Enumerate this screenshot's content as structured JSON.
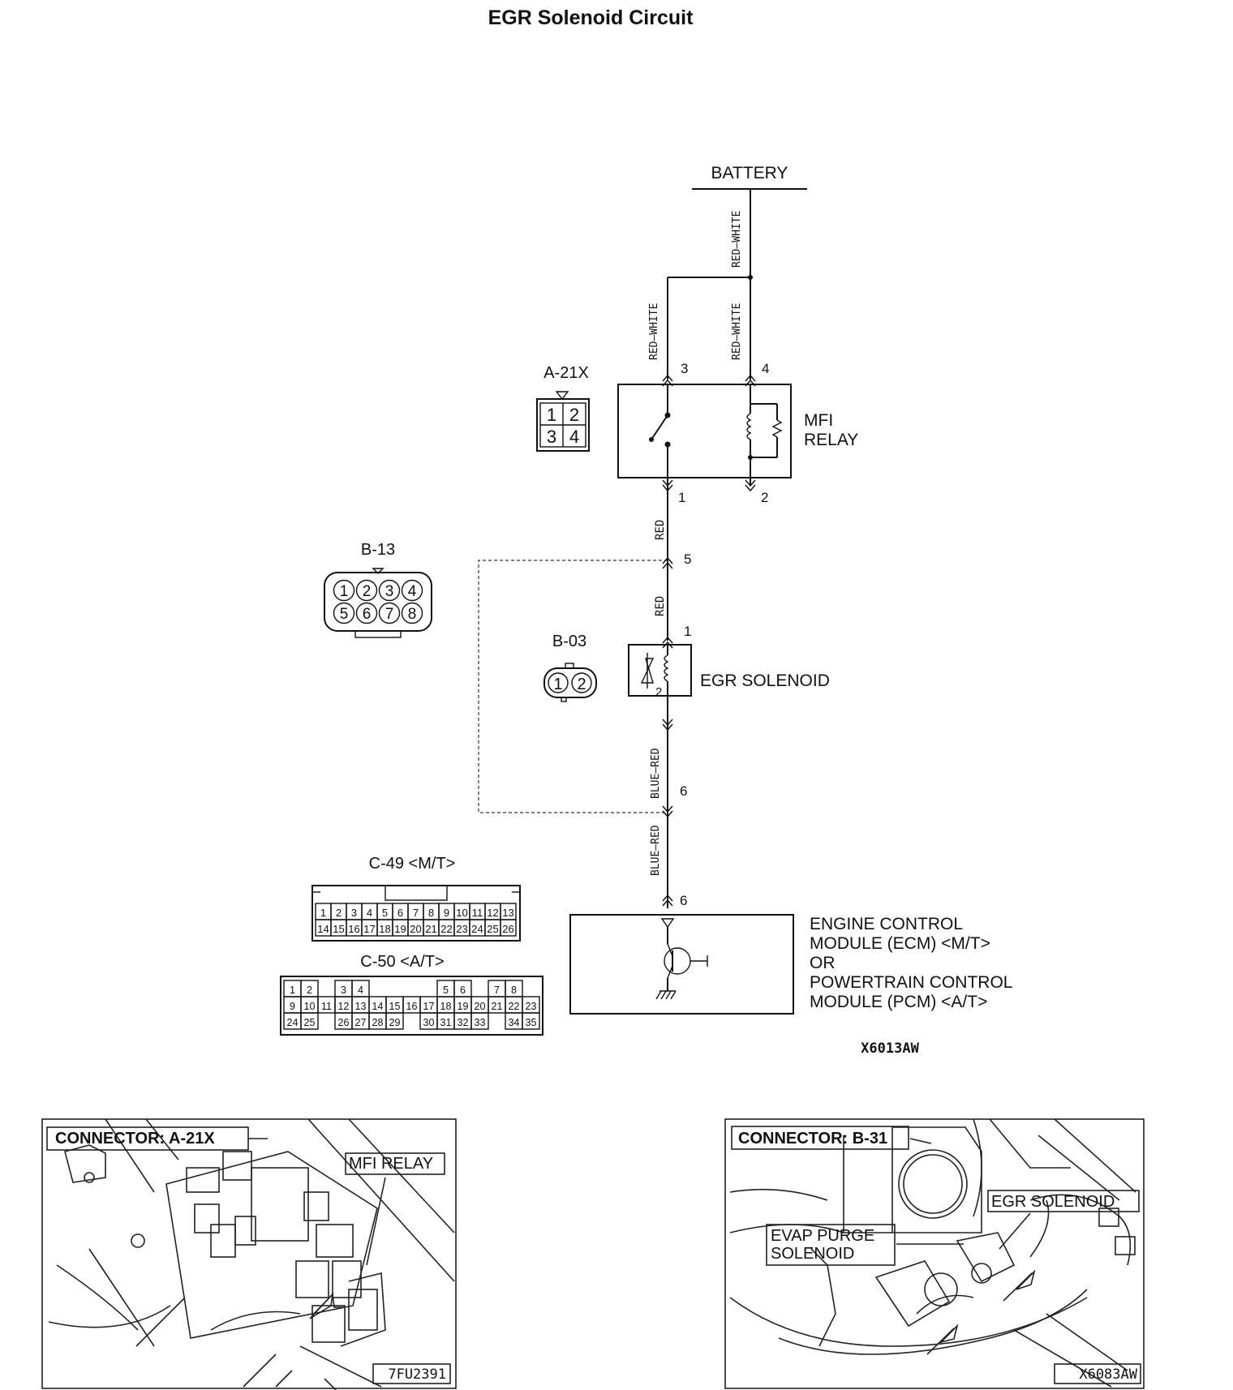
{
  "title": "EGR Solenoid Circuit",
  "battery": {
    "label": "BATTERY"
  },
  "wires": {
    "battery_feed": "RED–WHITE",
    "relay_pin3": "RED–WHITE",
    "relay_pin4": "RED–WHITE",
    "relay_to_b13": "RED",
    "b13_to_egr": "RED",
    "egr_to_b13": "BLUE–RED",
    "b13_to_ecm": "BLUE–RED"
  },
  "pins": {
    "relay_3": "3",
    "relay_4": "4",
    "relay_1": "1",
    "relay_2": "2",
    "b13_5": "5",
    "egr_1": "1",
    "egr_2": "2",
    "b13_6": "6",
    "ecm_6": "6"
  },
  "components": {
    "mfi_relay": [
      "MFI",
      "RELAY"
    ],
    "egr_solenoid": "EGR SOLENOID",
    "ecm": [
      "ENGINE CONTROL",
      "MODULE (ECM) <M/T>",
      "OR",
      "POWERTRAIN  CONTROL",
      "MODULE (PCM) <A/T>"
    ]
  },
  "connectors": {
    "a21x": {
      "label": "A-21X",
      "pins": [
        "1",
        "2",
        "3",
        "4"
      ]
    },
    "b13": {
      "label": "B-13",
      "pins": [
        "1",
        "2",
        "3",
        "4",
        "5",
        "6",
        "7",
        "8"
      ]
    },
    "b03": {
      "label": "B-03",
      "pins": [
        "1",
        "2"
      ]
    },
    "c49": {
      "label": "C-49 <M/T>",
      "rows": [
        [
          "1",
          "2",
          "3",
          "4",
          "5",
          "6",
          "7",
          "8",
          "9",
          "10",
          "11",
          "12",
          "13"
        ],
        [
          "14",
          "15",
          "16",
          "17",
          "18",
          "19",
          "20",
          "21",
          "22",
          "23",
          "24",
          "25",
          "26"
        ]
      ]
    },
    "c50": {
      "label": "C-50 <A/T>",
      "rows": [
        [
          "1",
          "2",
          "",
          "3",
          "4",
          "",
          "",
          "",
          "",
          "5",
          "6",
          "",
          "7",
          "8"
        ],
        [
          "9",
          "10",
          "11",
          "12",
          "13",
          "14",
          "15",
          "16",
          "17",
          "18",
          "19",
          "20",
          "21",
          "22",
          "23"
        ],
        [
          "24",
          "25",
          "",
          "26",
          "27",
          "28",
          "29",
          "",
          "30",
          "31",
          "32",
          "33",
          "",
          "34",
          "35"
        ]
      ]
    }
  },
  "diagram_code": "X6013AW",
  "photos": {
    "left": {
      "caption": "CONNECTOR:  A-21X",
      "callout": "MFI RELAY",
      "code": "7FU2391"
    },
    "right": {
      "caption": "CONNECTOR:  B-31",
      "callout_egr": "EGR SOLENOID",
      "callout_evap": [
        "EVAP PURGE",
        "SOLENOID"
      ],
      "code": "X6083AW"
    }
  }
}
